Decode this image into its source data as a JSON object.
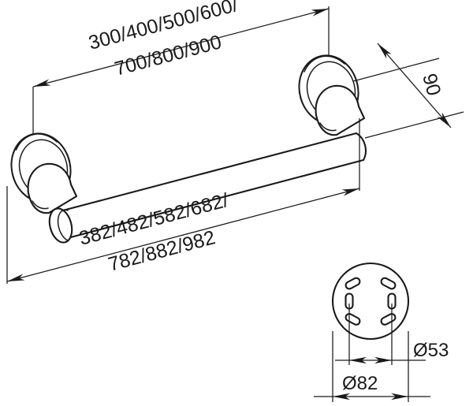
{
  "drawing": {
    "title": "Grab bar / handle rail technical dimension drawing",
    "line_color": "#1a1a1a",
    "background_color": "#ffffff",
    "dimensions": {
      "overall_length": {
        "name": "overall-length",
        "line1": "300/400/500/600/",
        "line2": "700/800/900",
        "unit": "mm",
        "position": "top"
      },
      "center_distance": {
        "name": "center-to-center-length",
        "line1": "382/482/582/682/",
        "line2": "782/882/982",
        "unit": "mm",
        "position": "bottom"
      },
      "projection": {
        "name": "wall-projection",
        "value": "90",
        "unit": "mm",
        "position": "right"
      },
      "flange_outer": {
        "name": "flange-outer-diameter",
        "value": "Ø82",
        "unit": "mm"
      },
      "flange_bolt_circle": {
        "name": "flange-bolt-circle-diameter",
        "value": "Ø53",
        "unit": "mm"
      }
    },
    "detail_view": {
      "name": "flange-face-detail",
      "slot_count": 6,
      "description": "Flange face with six elongated mounting slots"
    },
    "parts": {
      "bar": "grab-bar-tube",
      "left_flange": "left-wall-flange",
      "right_flange": "right-wall-flange"
    }
  }
}
